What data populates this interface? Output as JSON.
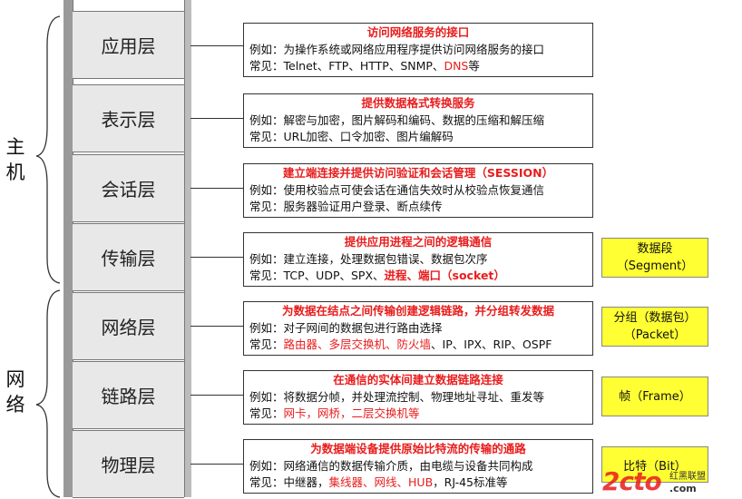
{
  "groups": [
    {
      "label": "主机"
    },
    {
      "label": "网络"
    }
  ],
  "layers": [
    {
      "name": "应用层",
      "title": "访问网络服务的接口",
      "example": "例如：为操作系统或网络应用程序提供访问网络服务的接口",
      "common": [
        {
          "text": "常见：Telnet、FTP、HTTP、SNMP、",
          "red": false
        },
        {
          "text": "DNS",
          "red": true
        },
        {
          "text": "等",
          "red": false
        }
      ]
    },
    {
      "name": "表示层",
      "title": "提供数据格式转换服务",
      "example": "例如：解密与加密，图片解码和编码、数据的压缩和解压缩",
      "common": [
        {
          "text": "常见：URL加密、口令加密、图片编解码",
          "red": false
        }
      ]
    },
    {
      "name": "会话层",
      "title": "建立端连接并提供访问验证和会话管理（SESSION）",
      "example": "例如：使用校验点可使会话在通信失效时从校验点恢复通信",
      "common": [
        {
          "text": "常见：服务器验证用户登录、断点续传",
          "red": false
        }
      ]
    },
    {
      "name": "传输层",
      "title": "提供应用进程之间的逻辑通信",
      "example": "例如：建立连接，处理数据包错误、数据包次序",
      "common": [
        {
          "text": "常见：TCP、UDP、SPX、",
          "red": false
        },
        {
          "text": "进程、端口（socket）",
          "red": true
        }
      ]
    },
    {
      "name": "网络层",
      "title": "为数据在结点之间传输创建逻辑链路，并分组转发数据",
      "example": "例如：对子网间的数据包进行路由选择",
      "common": [
        {
          "text": "常见：",
          "red": false
        },
        {
          "text": "路由器、多层交换机、防火墙",
          "red": true
        },
        {
          "text": "、IP、IPX、RIP、OSPF",
          "red": false
        }
      ]
    },
    {
      "name": "链路层",
      "title": "在通信的实体间建立数据链路连接",
      "example": "例如：将数据分帧，并处理流控制、物理地址寻址、重发等",
      "common": [
        {
          "text": "常见：",
          "red": false
        },
        {
          "text": "网卡，网桥，二层交换机等",
          "red": true
        }
      ]
    },
    {
      "name": "物理层",
      "title": "为数据端设备提供原始比特流的传输的通路",
      "example": "例如：网络通信的数据传输介质，由电缆与设备共同构成",
      "common": [
        {
          "text": "常见：中继器，",
          "red": false
        },
        {
          "text": "集线器、网线、HUB",
          "red": true
        },
        {
          "text": "，RJ-45标准等",
          "red": false
        }
      ]
    }
  ],
  "pdus": [
    {
      "lines": [
        "数据段",
        "（Segment）"
      ]
    },
    {
      "lines": [
        "分组（数据包）",
        "（Packet）"
      ]
    },
    {
      "lines": [
        "帧（Frame）"
      ]
    },
    {
      "lines": [
        "比特（Bit）"
      ]
    }
  ],
  "watermark": {
    "brand": "2cto",
    "suffix": ".com",
    "cn": "红黑联盟"
  },
  "colors": {
    "accent_red": "#e81c1c",
    "pdu_yellow": "#ffff33",
    "layer_gray": "#e8e8e8"
  }
}
